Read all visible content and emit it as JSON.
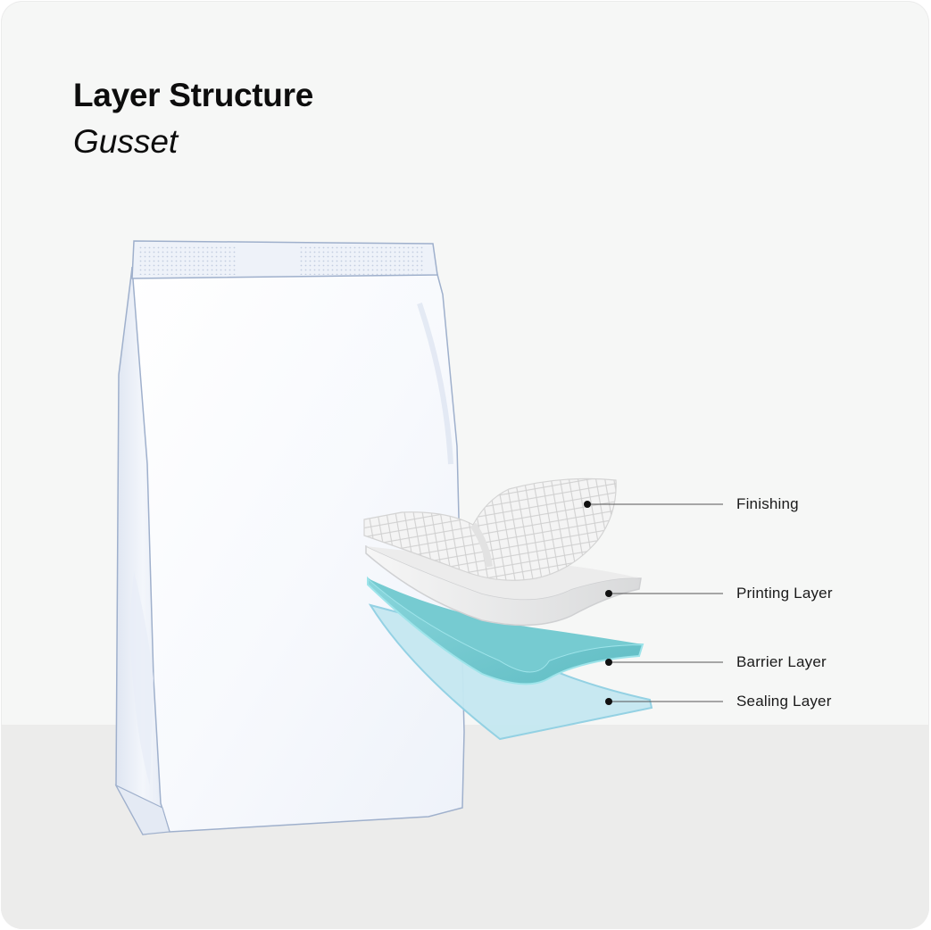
{
  "title": "Layer Structure",
  "subtitle": "Gusset",
  "layers": [
    {
      "label": "Finishing",
      "color": "#f2f2f2"
    },
    {
      "label": "Printing Layer",
      "color": "#e6e7e8"
    },
    {
      "label": "Barrier Layer",
      "color": "#6fc7cd"
    },
    {
      "label": "Sealing Layer",
      "color": "#b9e4ee"
    }
  ],
  "colors": {
    "background": "#f6f7f6",
    "floor": "#ececeb",
    "bag": "#f4f7fc",
    "bag_outline": "#9fb0cc"
  }
}
